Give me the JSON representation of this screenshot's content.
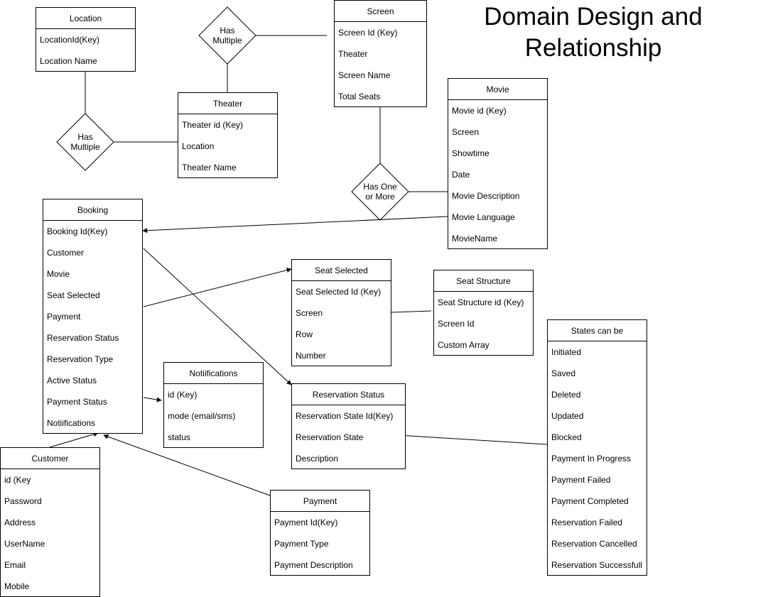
{
  "title": "Domain Design and Relationship",
  "entities": {
    "location": {
      "name": "Location",
      "fields": [
        "LocationId(Key)",
        "Location Name"
      ]
    },
    "theater": {
      "name": "Theater",
      "fields": [
        "Theater id (Key)",
        "Location",
        "Theater Name"
      ]
    },
    "screen": {
      "name": "Screen",
      "fields": [
        "Screen Id (Key)",
        "Theater",
        "Screen Name",
        "Total Seats"
      ]
    },
    "movie": {
      "name": "Movie",
      "fields": [
        "Movie id (Key)",
        "Screen",
        "Showtime",
        "Date",
        "Movie Description",
        "Movie Language",
        "MovieName"
      ]
    },
    "booking": {
      "name": "Booking",
      "fields": [
        "Booking Id(Key)",
        "Customer",
        "Movie",
        "Seat Selected",
        "Payment",
        "Reservation Status",
        "Reservation Type",
        "Active Status",
        "Payment Status",
        "Notiifications"
      ]
    },
    "seat_selected": {
      "name": "Seat Selected",
      "fields": [
        "Seat Selected Id (Key)",
        "Screen",
        "Row",
        "Number"
      ]
    },
    "seat_structure": {
      "name": "Seat Structure",
      "fields": [
        "Seat Structure id (Key)",
        "Screen Id",
        "Custom Array"
      ]
    },
    "states": {
      "name": "States can be",
      "fields": [
        "Initiated",
        "Saved",
        "Deleted",
        "Updated",
        "Blocked",
        "Payment In Progress",
        "Payment Failed",
        "Payment Completed",
        "Reservation Failed",
        "Reservation Cancelled",
        "Reservation Successfull"
      ]
    },
    "notifications": {
      "name": "Notiifications",
      "fields": [
        "id (Key)",
        "mode (email/sms)",
        "status"
      ]
    },
    "reservation_status": {
      "name": "Reservation Status",
      "fields": [
        "Reservation State Id(Key)",
        "Reservation State",
        "Description"
      ]
    },
    "customer": {
      "name": "Customer",
      "fields": [
        "id (Key",
        "Password",
        "Address",
        "UserName",
        "Email",
        "Mobile"
      ]
    },
    "payment": {
      "name": "Payment",
      "fields": [
        "Payment Id(Key)",
        "Payment Type",
        "Payment Description"
      ]
    }
  },
  "relationships": {
    "theater_screen": "Has\nMultiple",
    "location_theater": "Has\nMultiple",
    "screen_movie": "Has One\nor More"
  }
}
